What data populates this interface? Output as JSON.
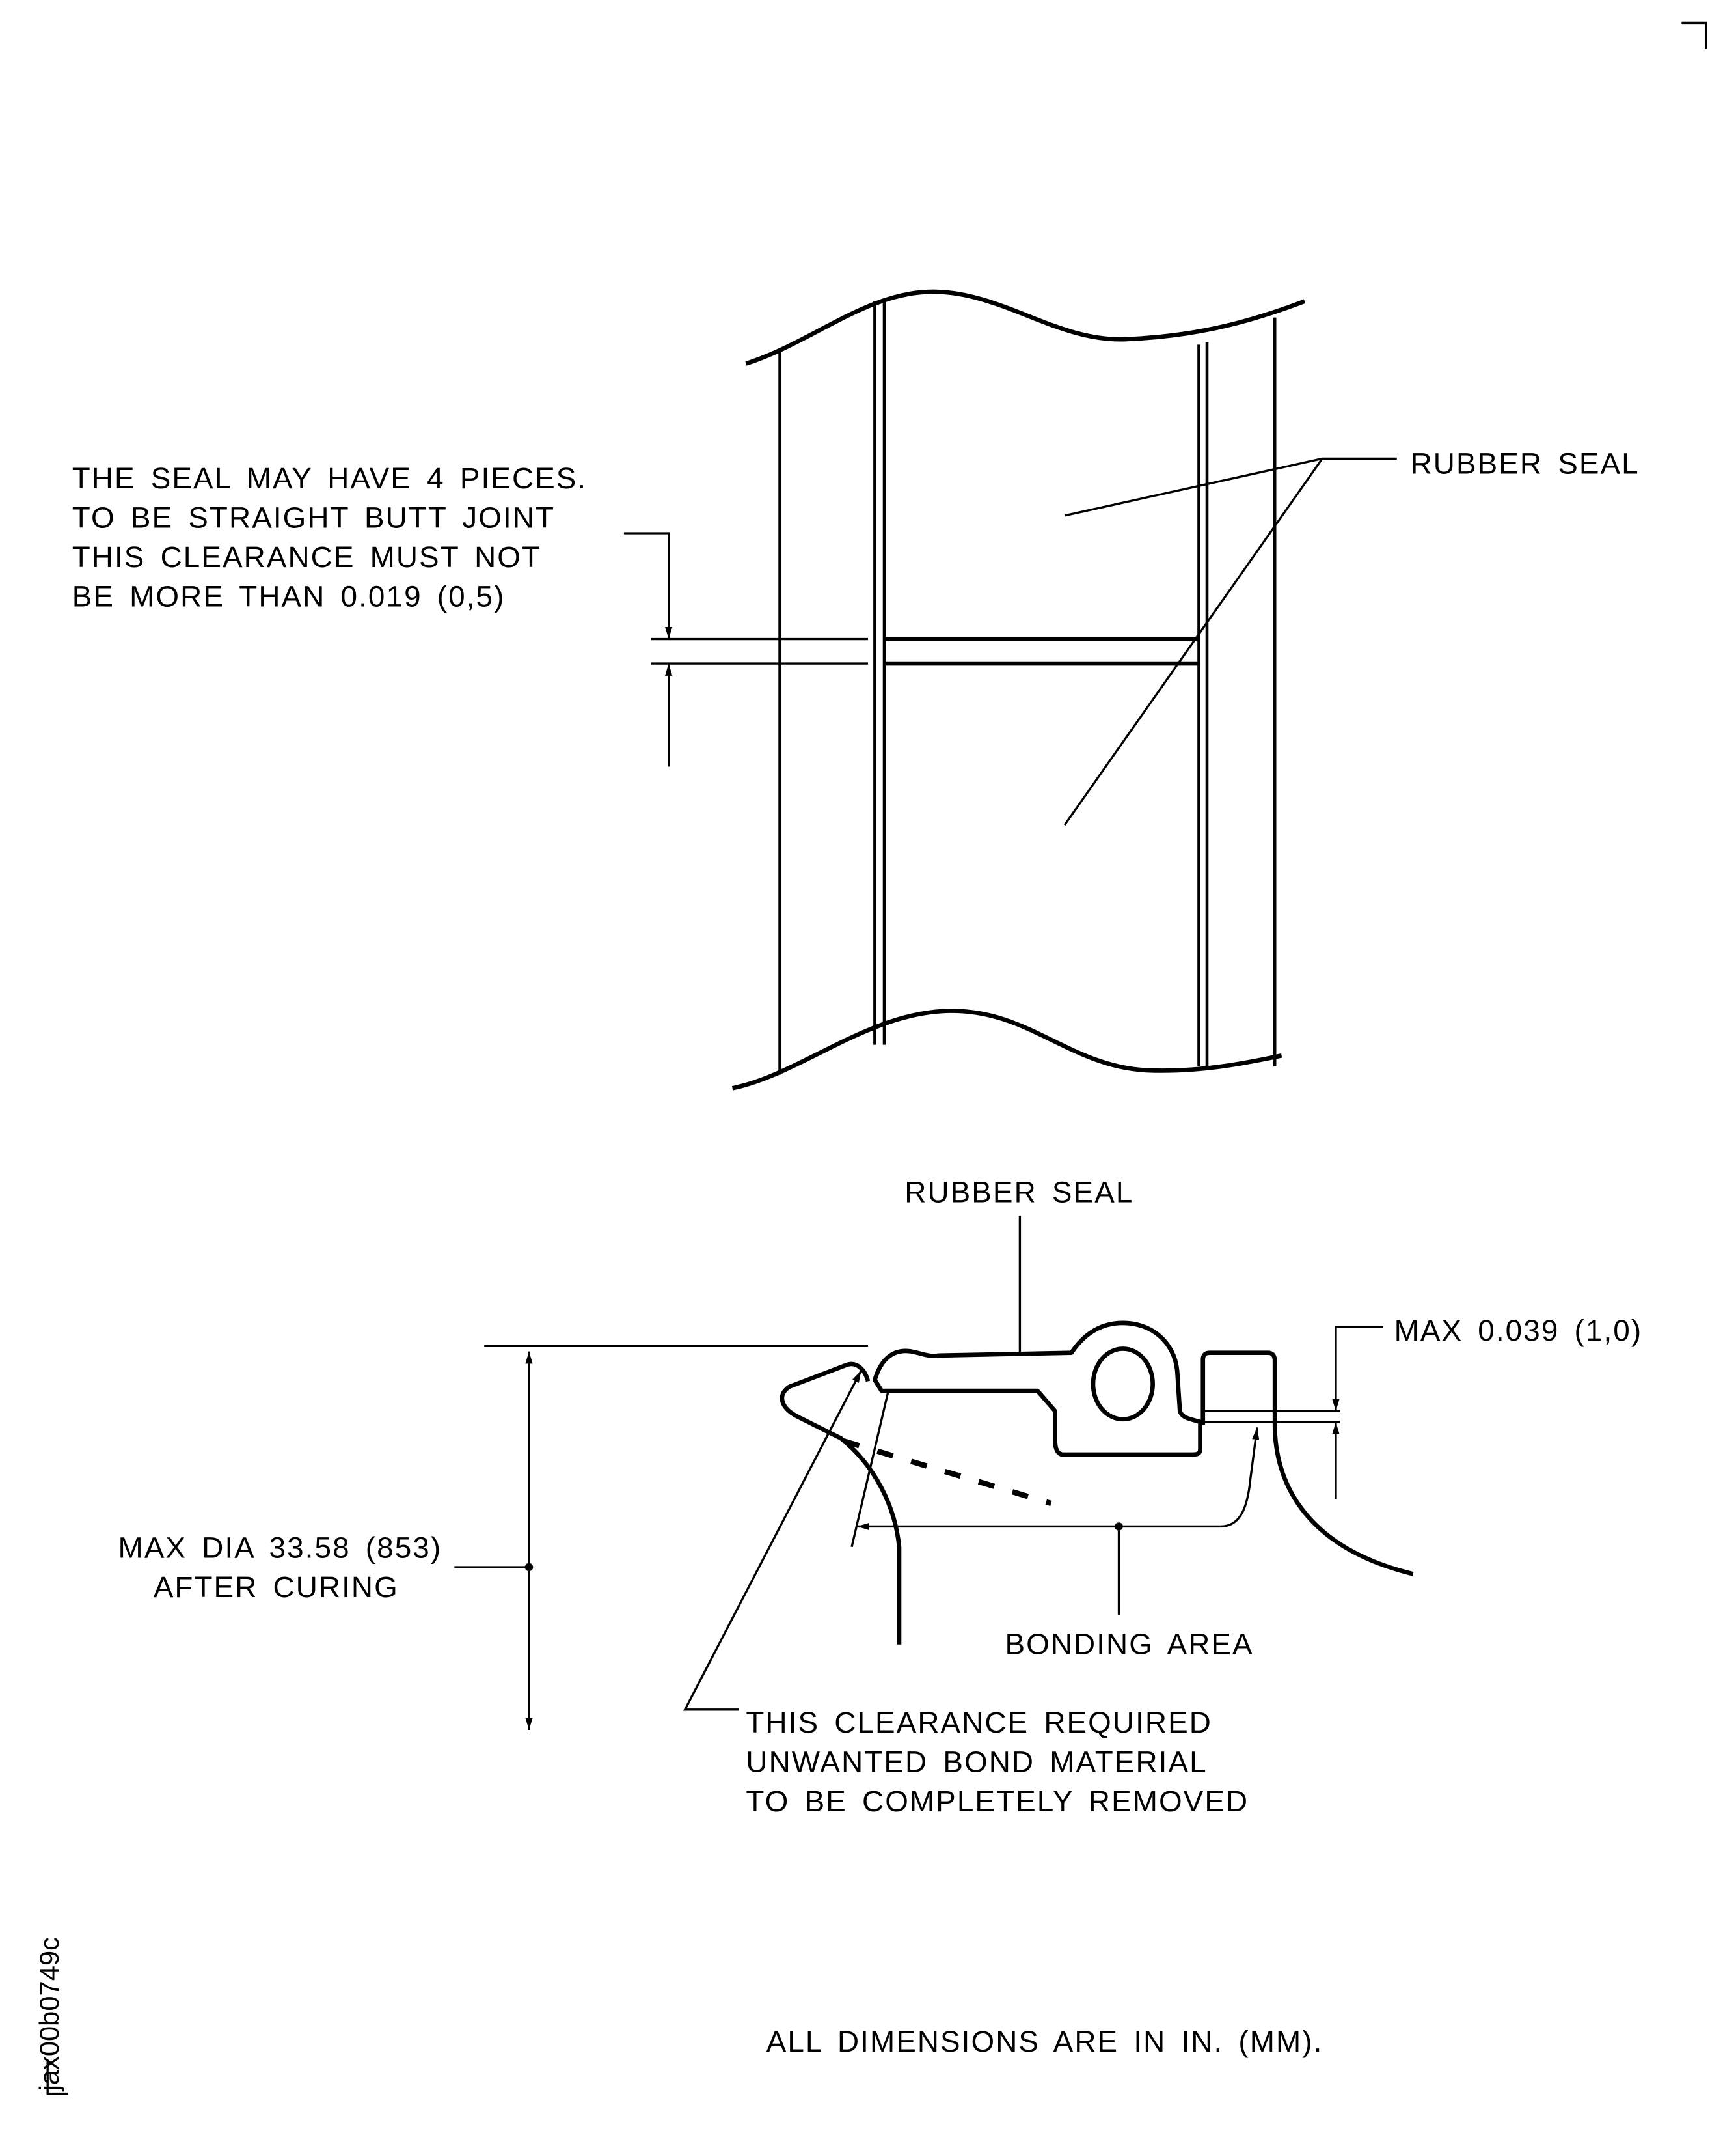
{
  "figure_id": "jax00b0749c",
  "top_view": {
    "note_lines": [
      "THE SEAL MAY HAVE 4 PIECES.",
      "TO BE STRAIGHT BUTT JOINT",
      "THIS CLEARANCE MUST NOT",
      "BE MORE THAN 0.019 (0,5)"
    ],
    "seal_label": "RUBBER SEAL"
  },
  "section_view": {
    "seal_label": "RUBBER SEAL",
    "max_gap_label": "MAX 0.039 (1,0)",
    "dia_lines": [
      "MAX DIA 33.58 (853)",
      "AFTER CURING"
    ],
    "bonding_label": "BONDING AREA",
    "clearance_lines": [
      "THIS CLEARANCE REQUIRED",
      "UNWANTED BOND MATERIAL",
      "TO BE COMPLETELY REMOVED"
    ]
  },
  "footer": "ALL DIMENSIONS ARE IN IN. (MM)."
}
